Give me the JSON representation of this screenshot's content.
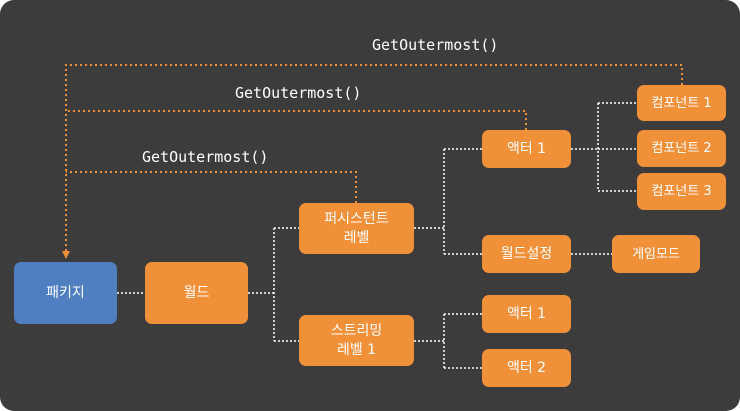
{
  "colors": {
    "background": "#3c3c3c",
    "object_box": "#f0913a",
    "package_box": "#4f7fc0",
    "outer_link": "#f0913a",
    "tree_link": "#ffffff"
  },
  "functions": {
    "outer_from_component": "GetOutermost()",
    "outer_from_actor": "GetOutermost()",
    "outer_from_level": "GetOutermost()"
  },
  "nodes": {
    "package": "패키지",
    "world": "월드",
    "persistent_level": "퍼시스턴트\n레벨",
    "streaming_level": "스트리밍\n레벨 1",
    "actor_1": "액터 1",
    "world_settings": "월드설정",
    "game_mode": "게임모드",
    "component_1": "컴포넌트 1",
    "component_2": "컴포넌트 2",
    "component_3": "컴포넌트 3",
    "streaming_actor_1": "액터 1",
    "streaming_actor_2": "액터 2"
  }
}
